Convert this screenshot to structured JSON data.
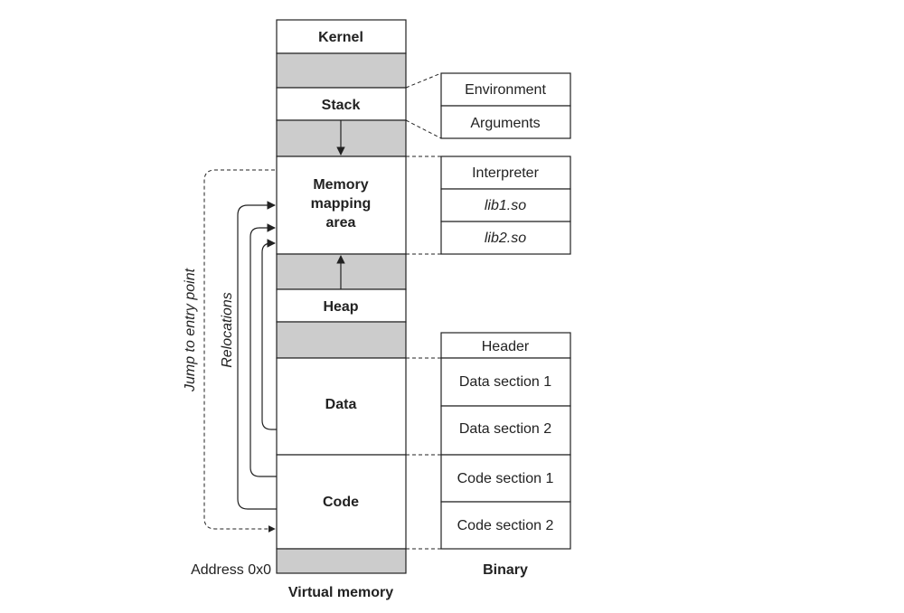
{
  "virtual_memory": {
    "label": "Virtual memory",
    "address_label": "Address 0x0",
    "segments": {
      "kernel": "Kernel",
      "stack": "Stack",
      "mmap_line1": "Memory",
      "mmap_line2": "mapping",
      "mmap_line3": "area",
      "heap": "Heap",
      "data": "Data",
      "code": "Code"
    }
  },
  "binary": {
    "label": "Binary",
    "stack_items": [
      "Environment",
      "Arguments"
    ],
    "mmap_items": [
      "Interpreter",
      "lib1.so",
      "lib2.so"
    ],
    "header": "Header",
    "sections": [
      "Data section 1",
      "Data section 2",
      "Code section 1",
      "Code section 2"
    ]
  },
  "arrows": {
    "jump": "Jump to entry point",
    "relocations": "Relocations"
  },
  "colors": {
    "gap_fill": "#cccccc",
    "stroke": "#222222"
  }
}
